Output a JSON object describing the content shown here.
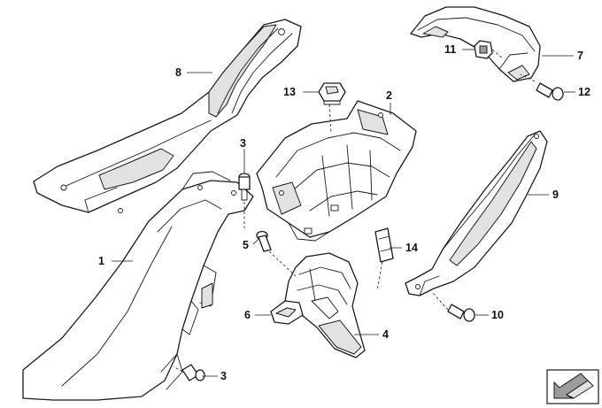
{
  "diagram": {
    "callouts": {
      "c1": "1",
      "c2": "2",
      "c3a": "3",
      "c3b": "3",
      "c4": "4",
      "c5": "5",
      "c6": "6",
      "c7": "7",
      "c8": "8",
      "c9": "9",
      "c10": "10",
      "c11": "11",
      "c12": "12",
      "c13": "13",
      "c14": "14"
    },
    "colors": {
      "line": "#1a1a1a",
      "shade": "#e2e2e2",
      "dark": "#9c9c9c",
      "background": "#ffffff"
    }
  }
}
